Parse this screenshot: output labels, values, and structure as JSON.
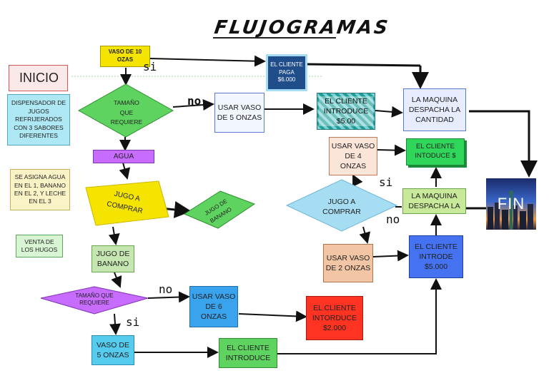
{
  "title": "FLUJOGRAMAS",
  "nodes": {
    "vaso10": "VASO DE 10 OZAS",
    "inicio": "INICIO",
    "dispensador": "DISPENSADOR DE JUGOS REFRIJERADOS CON 3 SABORES DIFERENTES",
    "tamano1": "TAMAÑO QUE REQUIERE",
    "agua": "AGUA",
    "asigna": "SE ASIGNA AGUA EN EL 1, BANANO EN EL 2, Y LECHE EN EL 3",
    "venta": "VENTA DE LOS HUGOS",
    "jugo_comprar1": "JUGO A COMPRAR",
    "jugo_banano_diamond": "JUGO DE BANANO",
    "jugo_banano": "JUGO DE BANANO",
    "tamano2": "TAMAÑO QUE REQUIERE",
    "vaso5_bottom": "VASO DE 5 ONZAS",
    "vaso6": "USAR VASO DE 6 ONZAS",
    "cliente2000": "EL CLIENTE INTORDUCE $2.000",
    "cliente_introduce": "EL CLIENTE INTRODUCE",
    "usar5": "USAR VASO DE 5 ONZAS",
    "cliente_paga": "EL CLIENTE PAGA $6.000",
    "cliente5000_top": "EL CLIENTE INTRODUCE $5.00",
    "maquina_cantidad": "LA MAQUINA DESPACHA LA CANTIDAD",
    "usar4": "USAR VASO DE 4 ONZAS",
    "cliente_intoduce": "EL CLIENTE INTODUCE $",
    "jugo_comprar2": "JUGO A COMPRAR",
    "maquina_despacha": "LA MAQUINA DESPACHA LA",
    "usar2": "USAR VASO DE 2 ONZAS",
    "cliente5000": "EL CLIENTE INTRODE $5.000",
    "fin": "FIN"
  },
  "labels": {
    "si1": "si",
    "no1": "no",
    "no2": "no",
    "si2": "si",
    "si3": "si",
    "no3": "no"
  },
  "colors": {
    "yellow": "#f5e400",
    "green_diamond": "#5fd35f",
    "magenta": "#c86bff",
    "sky": "#a6ddf2",
    "blue": "#4472f0",
    "red": "#ff3322",
    "navy": "#1f4e8a"
  }
}
